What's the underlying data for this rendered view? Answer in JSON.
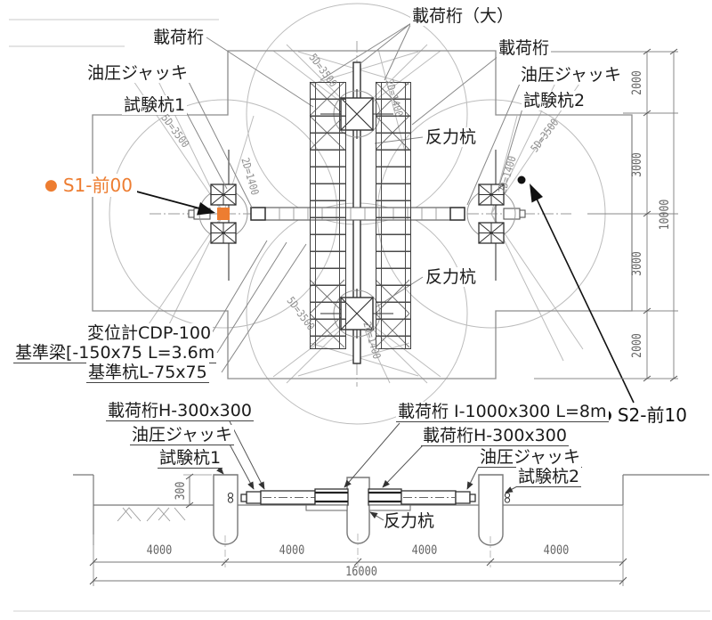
{
  "colors": {
    "accent_orange": "#ED7D31",
    "line_gray": "#8c8c8c",
    "line_dark": "#2f2f2f",
    "dim_gray": "#666666"
  },
  "plan": {
    "labels": {
      "girder_left": "載荷桁",
      "jack_left": "油圧ジャッキ",
      "pile1": "試験杭1",
      "girder_large": "載荷桁（大）",
      "girder_right": "載荷桁",
      "jack_right": "油圧ジャッキ",
      "pile2": "試験杭2",
      "reaction_top": "反力杭",
      "reaction_bottom": "反力杭",
      "disp_meter": "変位計CDP-100",
      "ref_beam": "基準梁[-150x75 L=3.6m",
      "ref_pile": "基準杭L-75x75"
    },
    "spacing_notes": {
      "five_d": "5D=3500",
      "two_d": "2D=1400"
    },
    "dims": {
      "right_segments": [
        "2000",
        "3000",
        "3000",
        "2000"
      ],
      "right_total": "10000"
    }
  },
  "elevation": {
    "labels": {
      "girder_h_left": "載荷桁H-300x300",
      "jack_left": "油圧ジャッキ",
      "pile1": "試験杭1",
      "girder_i": "載荷桁 I-1000x300 L=8m",
      "girder_h_right": "載荷桁H-300x300",
      "jack_right": "油圧ジャッキ",
      "pile2": "試験杭2",
      "reaction": "反力杭",
      "head_height": "300"
    },
    "dims": {
      "spans": [
        "4000",
        "4000",
        "4000",
        "4000"
      ],
      "total": "16000"
    }
  },
  "annotations": {
    "s1": {
      "bullet": "●",
      "text": "S1-前00"
    },
    "s2": {
      "bullet": "●",
      "text": "S2-前10"
    }
  }
}
